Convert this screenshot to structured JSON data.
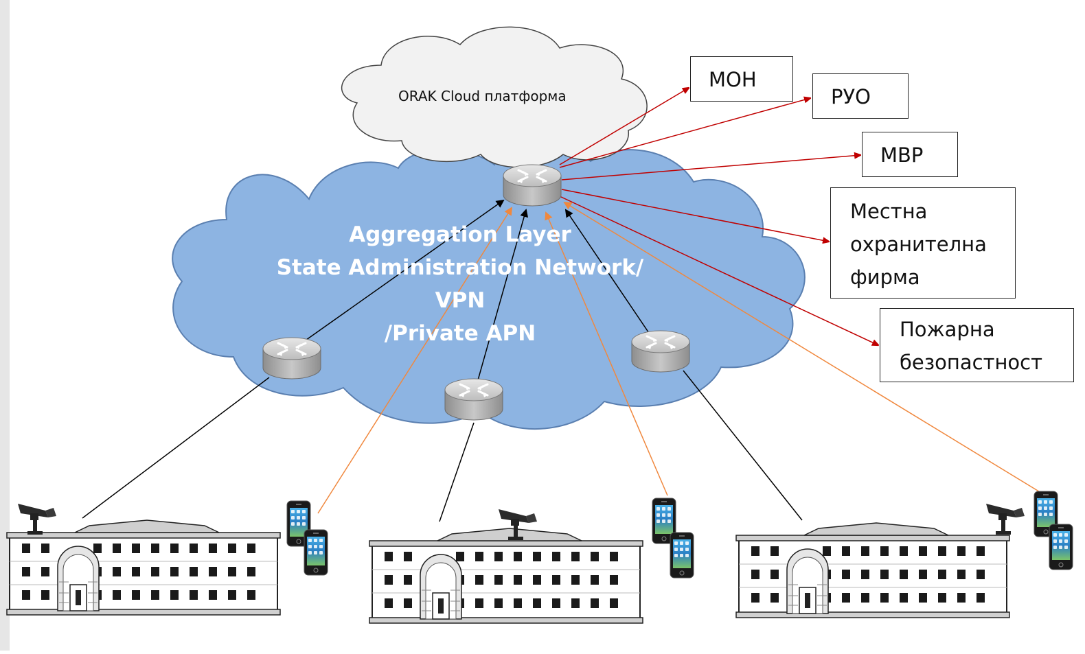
{
  "cloud_top": {
    "label": "ORAK Cloud платформа"
  },
  "aggregation": {
    "line1": "Aggregation Layer",
    "line2": "State Administration Network/",
    "line3": "VPN",
    "line4": "/Private APN"
  },
  "targets": {
    "mon": "МОН",
    "ruo": "РУО",
    "mvr": "МВР",
    "security_1": "Местна",
    "security_2": "охранителна",
    "security_3": "фирма",
    "fire_1": "Пожарна",
    "fire_2": "безопастност"
  },
  "colors": {
    "blue_cloud": "#8db4e2",
    "grey_cloud": "#f2f2f2",
    "arrow_red": "#c00000",
    "arrow_orange": "#f0883e",
    "line_black": "#000000"
  },
  "icons": [
    "router-icon",
    "camera-icon",
    "smartphone-icon",
    "building-icon",
    "cloud-icon"
  ]
}
